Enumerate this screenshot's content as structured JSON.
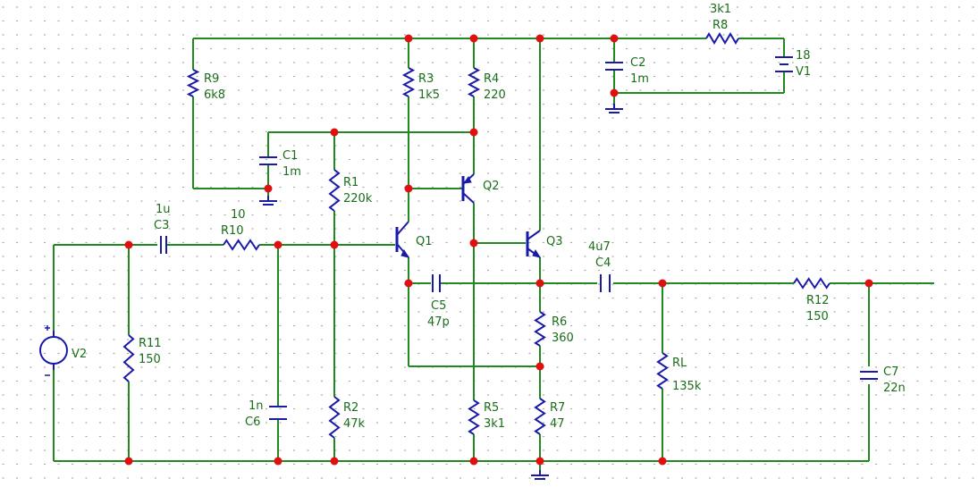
{
  "colors": {
    "wire": "#1f8a1f",
    "symbol": "#1a1aa8",
    "node": "#e01010",
    "label": "#1a6e1a",
    "grid_dot": "#a9a9a9",
    "background": "#ffffff"
  },
  "components": {
    "R9": {
      "ref": "R9",
      "value": "6k8"
    },
    "R3": {
      "ref": "R3",
      "value": "1k5"
    },
    "R4": {
      "ref": "R4",
      "value": "220"
    },
    "R8": {
      "ref": "R8",
      "value": "3k1"
    },
    "V1": {
      "ref": "V1",
      "value": "18"
    },
    "C2": {
      "ref": "C2",
      "value": "1m"
    },
    "C1": {
      "ref": "C1",
      "value": "1m"
    },
    "R1": {
      "ref": "R1",
      "value": "220k"
    },
    "Q1": {
      "ref": "Q1"
    },
    "Q2": {
      "ref": "Q2"
    },
    "Q3": {
      "ref": "Q3"
    },
    "C3": {
      "ref": "C3",
      "value": "1u"
    },
    "R10": {
      "ref": "R10",
      "value": "10"
    },
    "C4": {
      "ref": "C4",
      "value": "4u7"
    },
    "C5": {
      "ref": "C5",
      "value": "47p"
    },
    "R6": {
      "ref": "R6",
      "value": "360"
    },
    "R12": {
      "ref": "R12",
      "value": "150"
    },
    "V2": {
      "ref": "V2"
    },
    "R11": {
      "ref": "R11",
      "value": "150"
    },
    "RL": {
      "ref": "RL",
      "value": "135k"
    },
    "C7": {
      "ref": "C7",
      "value": "22n"
    },
    "C6": {
      "ref": "C6",
      "value": "1n"
    },
    "R2": {
      "ref": "R2",
      "value": "47k"
    },
    "R5": {
      "ref": "R5",
      "value": "3k1"
    },
    "R7": {
      "ref": "R7",
      "value": "47"
    }
  }
}
